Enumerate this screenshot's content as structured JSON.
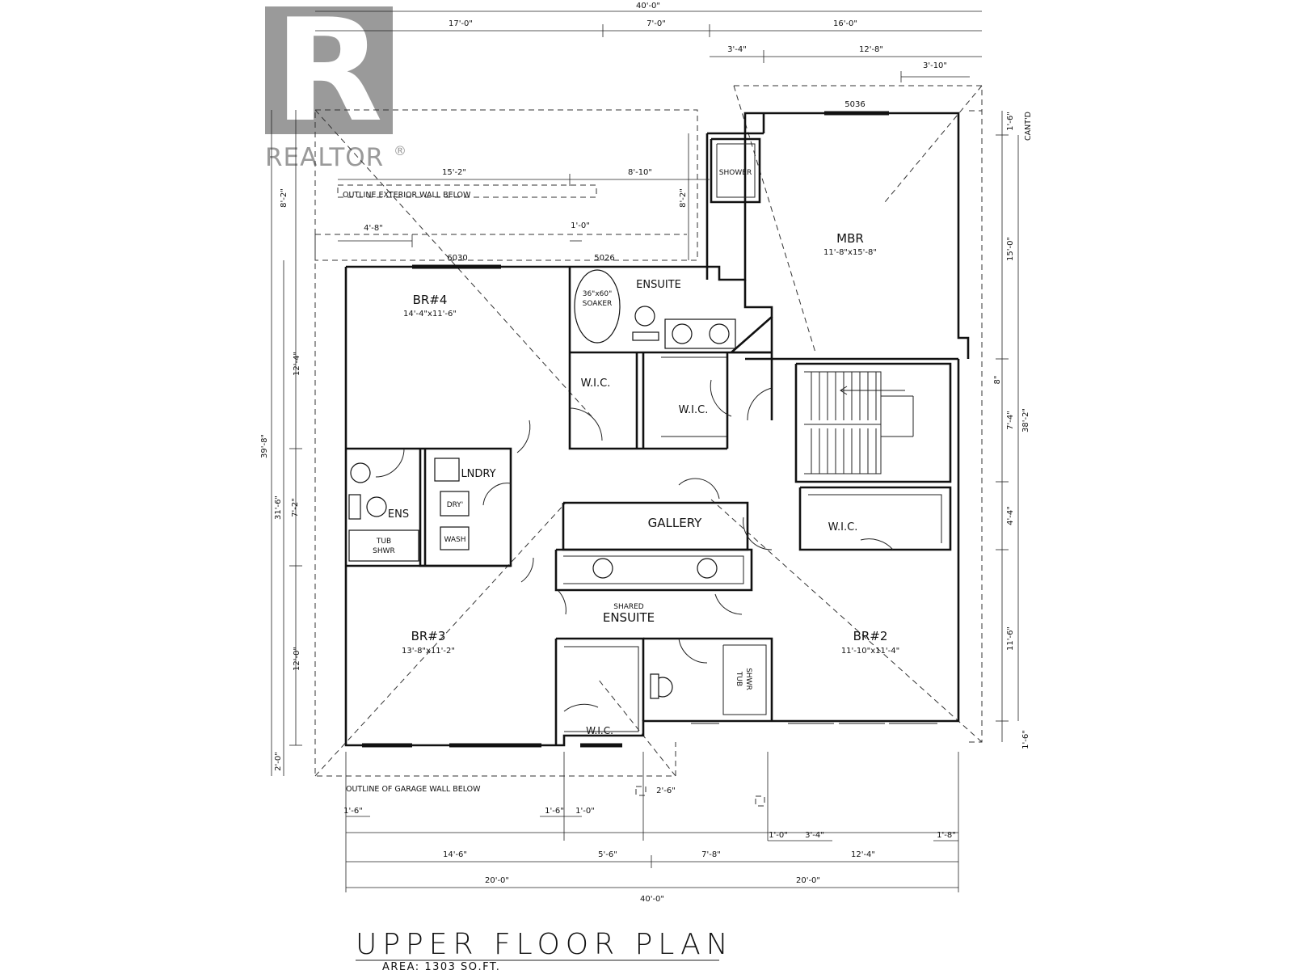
{
  "watermark": {
    "text": "REALTOR",
    "mark": "R",
    "registered_symbol": "®",
    "color": "#9a9a9a"
  },
  "plan_title": "UPPER FLOOR PLAN",
  "area_label": "AREA: 1303 SQ.FT.",
  "notes": {
    "exterior_wall": "OUTLINE EXTERIOR WALL BELOW",
    "garage_wall": "OUTLINE OF GARAGE WALL BELOW",
    "cantilever": "CANT'D"
  },
  "rooms": {
    "mbr": {
      "name": "MBR",
      "size": "11'-8\"x15'-8\""
    },
    "br4": {
      "name": "BR#4",
      "size": "14'-4\"x11'-6\""
    },
    "br3": {
      "name": "BR#3",
      "size": "13'-8\"x11'-2\""
    },
    "br2": {
      "name": "BR#2",
      "size": "11'-10\"x11'-4\""
    },
    "ensuite": "ENSUITE",
    "shared_ensuite_prefix": "SHARED",
    "shared_ensuite": "ENSUITE",
    "gallery": "GALLERY",
    "laundry": "LNDRY",
    "ens": "ENS",
    "wic_1": "W.I.C.",
    "wic_2": "W.I.C.",
    "wic_3": "W.I.C.",
    "wic_4": "W.I.C."
  },
  "fixtures": {
    "shower": "SHOWER",
    "soaker_size": "36\"x60\"",
    "soaker": "SOAKER",
    "tub_1": "TUB",
    "shwr_1": "SHWR",
    "tub_2": "TUB",
    "shwr_2": "SHWR",
    "dryer": "DRY'",
    "washer": "WASH"
  },
  "windows": {
    "w5036": "5036",
    "w6030": "6030",
    "w5026": "5026"
  },
  "dimensions": {
    "top_overall": "40'-0\"",
    "top_17": "17'-0\"",
    "top_7": "7'-0\"",
    "top_16": "16'-0\"",
    "top_3_4": "3'-4\"",
    "top_12_8": "12'-8\"",
    "top_3_10": "3'-10\"",
    "top_15_2": "15'-2\"",
    "top_8_10": "8'-10\"",
    "top_4_8": "4'-8\"",
    "top_1_0": "1'-0\"",
    "left_8_2": "8'-2\"",
    "left_12_4": "12'-4\"",
    "left_39_8": "39'-8\"",
    "left_31_6": "31'-6\"",
    "left_7_2": "7'-2\"",
    "left_12_0": "12'-0\"",
    "left_2_0": "2'-0\"",
    "mid_8_2": "8'-2\"",
    "right_1_6_top": "1'-6\"",
    "right_15_0": "15'-0\"",
    "right_8": "8\"",
    "right_7_4": "7'-4\"",
    "right_38_2": "38'-2\"",
    "right_4_4": "4'-4\"",
    "right_11_6": "11'-6\"",
    "right_1_6_bot": "1'-6\"",
    "bot_2_6": "2'-6\"",
    "bot_1_6_a": "1'-6\"",
    "bot_1_6_b": "1'-6\"",
    "bot_1_0_a": "1'-0\"",
    "bot_1_0_b": "1'-0\"",
    "bot_3_4": "3'-4\"",
    "bot_1_8": "1'-8\"",
    "bot_14_6": "14'-6\"",
    "bot_5_6": "5'-6\"",
    "bot_7_8": "7'-8\"",
    "bot_12_4": "12'-4\"",
    "bot_20_a": "20'-0\"",
    "bot_20_b": "20'-0\"",
    "bot_overall": "40'-0\""
  }
}
